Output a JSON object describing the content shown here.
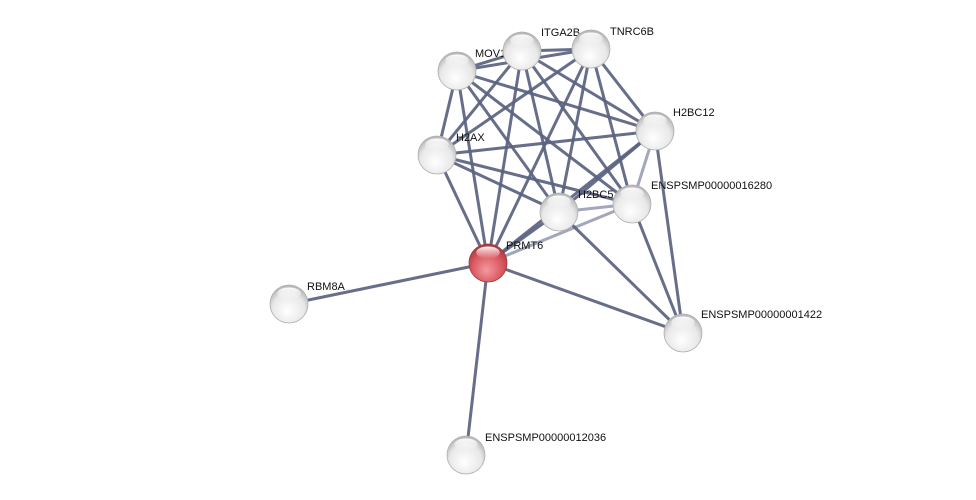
{
  "network": {
    "colors": {
      "query_node": "#d9545c",
      "node": "#e2e2e2",
      "edge": "#5a6280"
    },
    "nodes": [
      {
        "id": "PRMT6",
        "label": "PRMT6",
        "query": true
      },
      {
        "id": "MOV10",
        "label": "MOV10"
      },
      {
        "id": "ITGA2B",
        "label": "ITGA2B"
      },
      {
        "id": "TNRC6B",
        "label": "TNRC6B"
      },
      {
        "id": "H2BC12",
        "label": "H2BC12"
      },
      {
        "id": "H2AX",
        "label": "H2AX"
      },
      {
        "id": "ENSPSMP00000016280",
        "label": "ENSPSMP00000016280"
      },
      {
        "id": "H2BC5",
        "label": "H2BC5"
      },
      {
        "id": "RBM8A",
        "label": "RBM8A"
      },
      {
        "id": "ENSPSMP00000001422",
        "label": "ENSPSMP00000001422"
      },
      {
        "id": "ENSPSMP00000012036",
        "label": "ENSPSMP00000012036"
      }
    ],
    "edges": [
      [
        "PRMT6",
        "RBM8A"
      ],
      [
        "PRMT6",
        "ENSPSMP00000012036"
      ],
      [
        "PRMT6",
        "ENSPSMP00000001422"
      ],
      [
        "PRMT6",
        "H2AX"
      ],
      [
        "PRMT6",
        "MOV10"
      ],
      [
        "PRMT6",
        "ITGA2B"
      ],
      [
        "PRMT6",
        "TNRC6B"
      ],
      [
        "PRMT6",
        "H2BC12"
      ],
      [
        "PRMT6",
        "H2BC5"
      ],
      [
        "PRMT6",
        "ENSPSMP00000016280"
      ],
      [
        "MOV10",
        "ITGA2B"
      ],
      [
        "MOV10",
        "TNRC6B"
      ],
      [
        "MOV10",
        "H2AX"
      ],
      [
        "MOV10",
        "H2BC12"
      ],
      [
        "MOV10",
        "H2BC5"
      ],
      [
        "MOV10",
        "ENSPSMP00000016280"
      ],
      [
        "ITGA2B",
        "TNRC6B"
      ],
      [
        "ITGA2B",
        "H2AX"
      ],
      [
        "ITGA2B",
        "H2BC12"
      ],
      [
        "ITGA2B",
        "H2BC5"
      ],
      [
        "ITGA2B",
        "ENSPSMP00000016280"
      ],
      [
        "TNRC6B",
        "H2AX"
      ],
      [
        "TNRC6B",
        "H2BC12"
      ],
      [
        "TNRC6B",
        "H2BC5"
      ],
      [
        "TNRC6B",
        "ENSPSMP00000016280"
      ],
      [
        "H2AX",
        "H2BC12"
      ],
      [
        "H2AX",
        "H2BC5"
      ],
      [
        "H2AX",
        "ENSPSMP00000016280"
      ],
      [
        "H2BC12",
        "H2BC5"
      ],
      [
        "H2BC12",
        "ENSPSMP00000016280"
      ],
      [
        "H2BC12",
        "ENSPSMP00000001422"
      ],
      [
        "H2BC5",
        "ENSPSMP00000016280"
      ],
      [
        "H2BC5",
        "ENSPSMP00000001422"
      ],
      [
        "ENSPSMP00000016280",
        "ENSPSMP00000001422"
      ]
    ]
  }
}
